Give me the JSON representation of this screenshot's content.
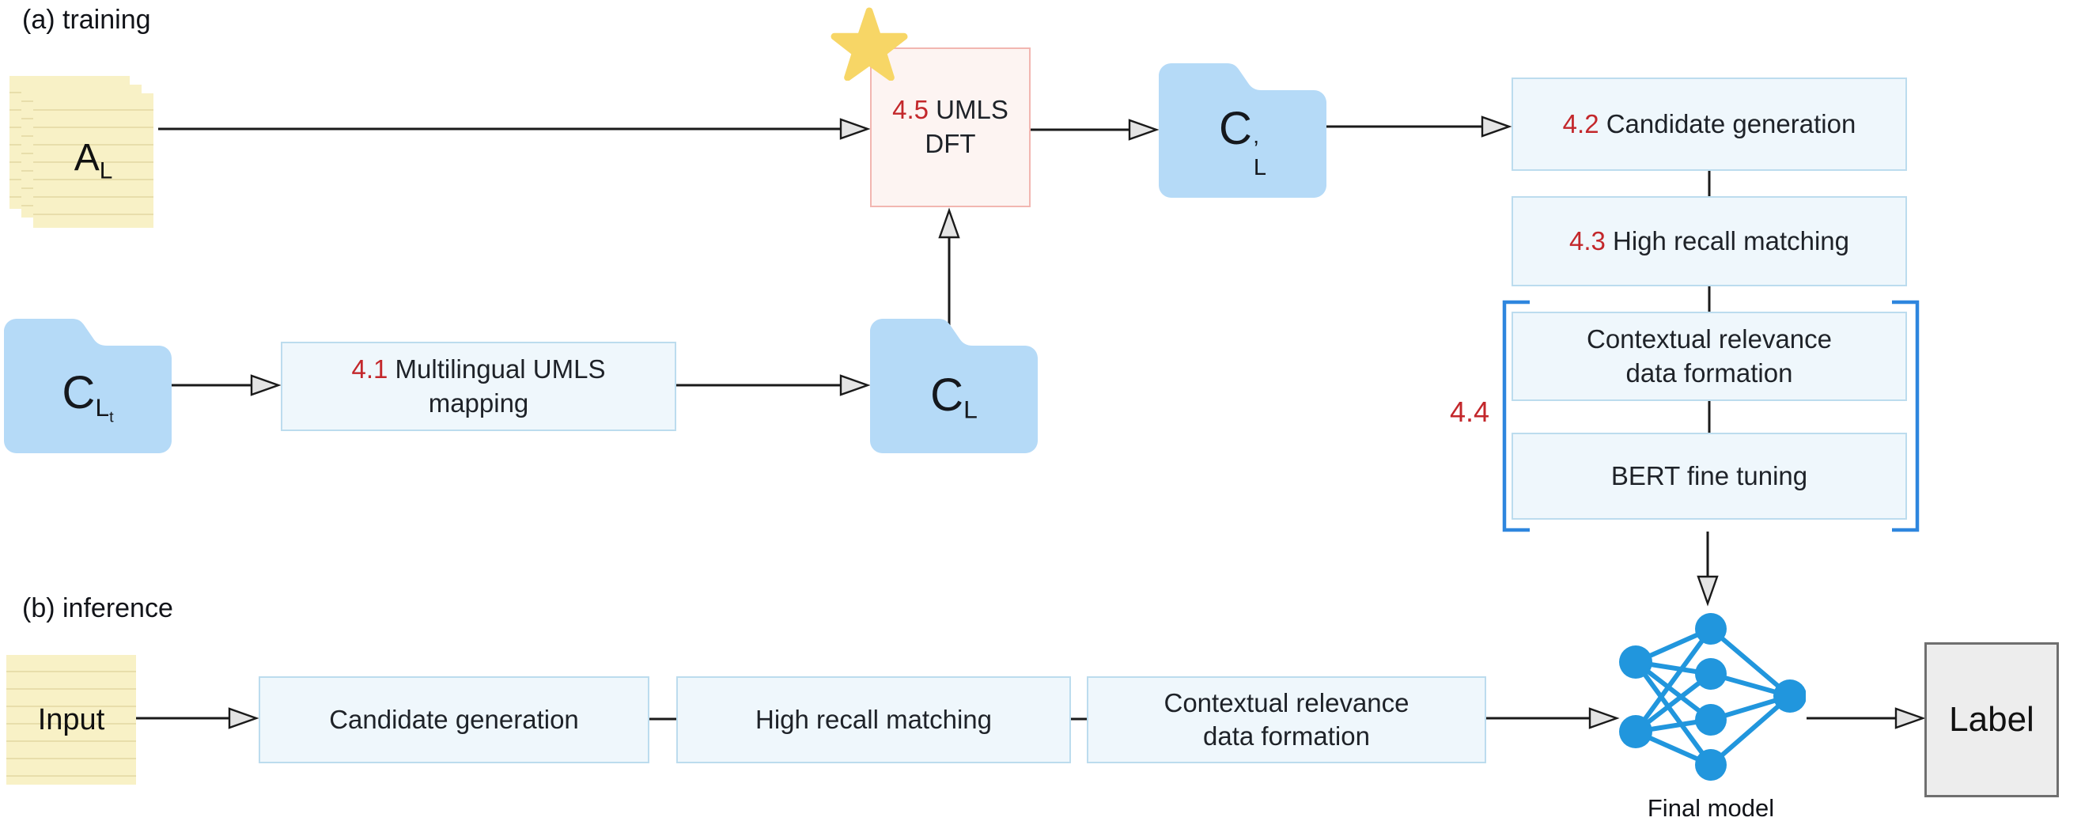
{
  "sections": {
    "training": {
      "label": "(a) training"
    },
    "inference": {
      "label": "(b) inference"
    }
  },
  "nodes": {
    "al_note": {
      "base": "A",
      "sub": "L"
    },
    "umls_dft": {
      "num": "4.5",
      "line1": "UMLS",
      "line2": "DFT"
    },
    "cl_prime_folder": {
      "base": "C",
      "prime": "’",
      "sub": "L"
    },
    "step_42": {
      "num": "4.2",
      "label": "Candidate generation"
    },
    "step_43": {
      "num": "4.3",
      "label": "High recall matching"
    },
    "group_44": {
      "num": "4.4",
      "box1_line1": "Contextual relevance",
      "box1_line2": "data formation",
      "box2": "BERT fine tuning"
    },
    "clt_folder": {
      "base": "C",
      "sub": "L",
      "subsub": "t"
    },
    "step_41": {
      "num": "4.1",
      "label_line1": "Multilingual UMLS",
      "label_line2": "mapping"
    },
    "cl_folder": {
      "base": "C",
      "sub": "L"
    },
    "final_model": {
      "caption": "Final model"
    },
    "input_note": {
      "label": "Input"
    },
    "inf_step_1": {
      "label": "Candidate generation"
    },
    "inf_step_2": {
      "label": "High recall matching"
    },
    "inf_step_3": {
      "line1": "Contextual relevance",
      "line2": "data formation"
    },
    "label_box": {
      "label": "Label"
    }
  },
  "colors": {
    "step_fill": "#eff7fc",
    "step_border": "#bcdcee",
    "pink_fill": "#fdf4f2",
    "pink_border": "#f2b6b1",
    "folder_blue": "#b5daf7",
    "note_yellow": "#f8f1c6",
    "star_yellow": "#f7d666",
    "nn_blue": "#2196dd",
    "bracket_blue": "#2e86de",
    "red_number": "#c3272b",
    "label_box_fill": "#ededed"
  }
}
